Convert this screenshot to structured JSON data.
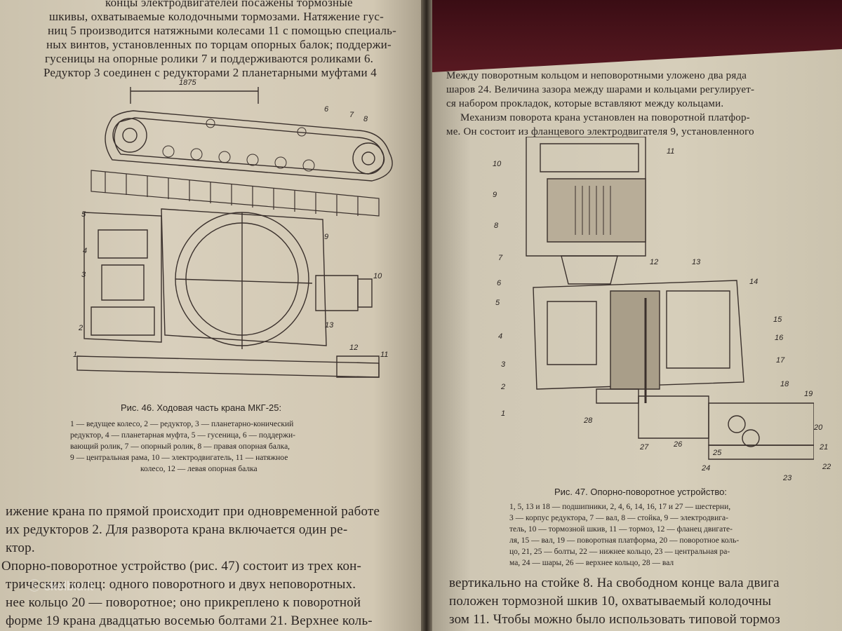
{
  "left_page": {
    "top_lines": [
      "концы электродвигателей посажены тормозные",
      "шкивы, охватываемые колодочными тормозами. Натяжение гус-",
      "ниц 5 производится натяжными колесами 11 с помощью специаль-",
      "ных винтов, установленных по торцам опорных балок; поддержи-",
      "гусеницы на опорные ролики 7 и поддерживаются роликами 6.",
      "Редуктор 3 соединен с редукторами 2 планетарными муфтами 4"
    ],
    "figure": {
      "dimension": "1875",
      "labels": [
        "1",
        "2",
        "3",
        "4",
        "5",
        "6",
        "7",
        "8",
        "9",
        "10",
        "11",
        "12",
        "13"
      ],
      "caption_title": "Рис. 46. Ходовая часть крана МКГ-25:",
      "caption_lines": [
        "1 — ведущее колесо, 2 — редуктор, 3 — планетарно-конический",
        "редуктор, 4 — планетарная муфта, 5 — гусеница, 6 — поддержи-",
        "вающий ролик, 7 — опорный ролик, 8 — правая опорная балка,",
        "9 — центральная рама, 10 — электродвигатель, 11 — натяжное",
        "колесо, 12 — левая опорная балка"
      ]
    },
    "bottom_lines": [
      "ижение крана по прямой происходит при одновременной работе",
      "их редукторов 2. Для разворота крана включается один ре-",
      "ктор.",
      "Опорно-поворотное устройство (рис. 47) состоит из трех кон-",
      "трических колец: одного поворотного и двух неповоротных.",
      "нее кольцо 20 — поворотное; оно прикреплено к поворотной",
      "форме 19 крана двадцатью восемью болтами 21. Верхнее коль-"
    ]
  },
  "right_page": {
    "top_lines": [
      "Между поворотным кольцом и неповоротными уложено два ряда",
      "шаров 24. Величина зазора между шарами и кольцами регулирует-",
      "ся набором прокладок, которые вставляют между кольцами.",
      "Механизм поворота крана установлен на поворотной платфор-",
      "ме. Он состоит из фланцевого электродвигателя 9, установленного"
    ],
    "figure": {
      "labels": [
        "1",
        "2",
        "3",
        "4",
        "5",
        "6",
        "7",
        "8",
        "9",
        "10",
        "11",
        "12",
        "13",
        "14",
        "15",
        "16",
        "17",
        "18",
        "19",
        "20",
        "21",
        "22",
        "23",
        "24",
        "25",
        "26",
        "27",
        "28"
      ],
      "caption_title": "Рис. 47. Опорно-поворотное устройство:",
      "caption_lines": [
        "1, 5, 13 и 18 — подшипники, 2, 4, 6, 14, 16, 17 и 27 — шестерни,",
        "3 — корпус редуктора, 7 — вал, 8 — стойка, 9 — электродвига-",
        "тель, 10 — тормозной шкив, 11 — тормоз, 12 — фланец двигате-",
        "ля, 15 — вал, 19 — поворотная платформа, 20 — поворотное коль-",
        "цо, 21, 25 — болты, 22 — нижнее кольцо, 23 — центральная ра-",
        "ма, 24 — шары, 26 — верхнее кольцо, 28 — вал"
      ]
    },
    "bottom_lines": [
      "вертикально на стойке 8. На свободном конце вала двига",
      "положен тормозной шкив 10, охватываемый колодочны",
      "зом 11. Чтобы можно было использовать типовой тормоз"
    ]
  },
  "watermark": "skelbiu.lt"
}
